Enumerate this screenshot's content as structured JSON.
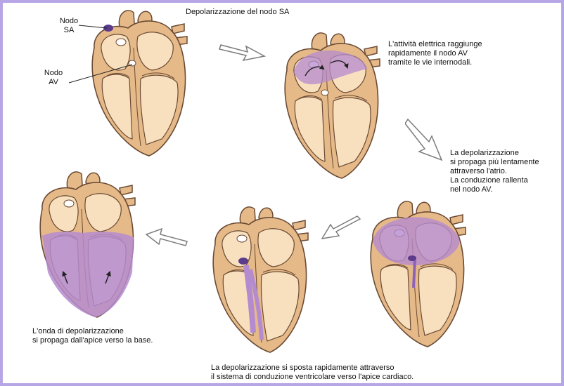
{
  "colors": {
    "border": "#b7a6e6",
    "heart_outer": "#e6ba88",
    "heart_inner": "#f8e0bf",
    "heart_outline": "#6a4a35",
    "depolarization": "#b58bcf",
    "node": "#5b3b8c",
    "arrow_outline": "#7b7b7b"
  },
  "labels": {
    "title": "Depolarizzazione del nodo SA",
    "nodo_sa": [
      "Nodo",
      "SA"
    ],
    "nodo_av": [
      "Nodo",
      "AV"
    ],
    "step2": [
      "L'attività elettrica raggiunge",
      "rapidamente il nodo AV",
      "tramite le vie internodali."
    ],
    "step3": [
      "La depolarizzazione",
      "si propaga più lentamente",
      "attraverso l'atrio.",
      "La conduzione rallenta",
      "nel nodo AV."
    ],
    "step4": [
      "La depolarizzazione si sposta  rapidamente attraverso",
      "il sistema di conduzione  ventricolare verso l'apice cardiaco."
    ],
    "step5": [
      "L'onda di depolarizzazione",
      "si propaga dall'apice verso la base."
    ]
  }
}
